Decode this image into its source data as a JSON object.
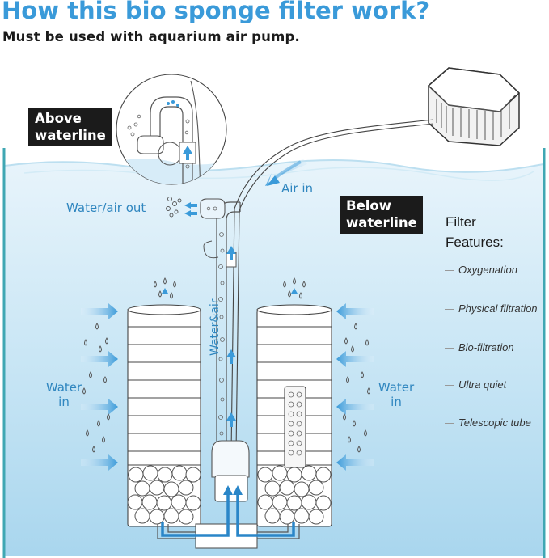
{
  "header": {
    "title": "How this bio sponge filter work?",
    "subtitle": "Must be used with aquarium air pump."
  },
  "labels": {
    "above_waterline": [
      "Above",
      "waterline"
    ],
    "below_waterline": [
      "Below",
      "waterline"
    ],
    "air_in": "Air in",
    "water_air_out": "Water/air out",
    "water_air_tube": "Water&air",
    "water_in_left": [
      "Water",
      "in"
    ],
    "water_in_right": [
      "Water",
      "in"
    ]
  },
  "features": {
    "title": [
      "Filter",
      "Features:"
    ],
    "items": [
      "Oxygenation",
      "Physical filtration",
      "Bio-filtration",
      "Ultra quiet",
      "Telescopic tube"
    ]
  },
  "colors": {
    "accent_blue": "#3a9ad9",
    "tank_teal": "#3fa7b3",
    "water_top": "#e6f3fa",
    "water_bottom": "#b2dbef",
    "flow_arrow": "#2a86c8",
    "label_bg": "#1b1b1b"
  }
}
